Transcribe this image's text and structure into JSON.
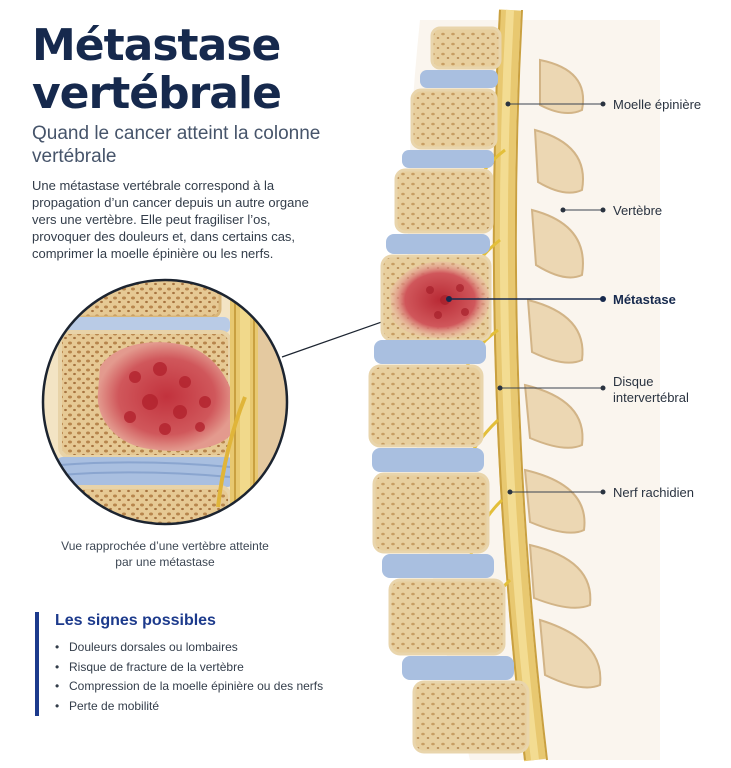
{
  "header": {
    "title": "Métastase vertébrale",
    "subtitle": "Quand le cancer atteint la colonne vertébrale",
    "intro": "Une métastase vertébrale correspond à la propagation d’un cancer depuis un autre organe vers une vertèbre. Elle peut fragiliser l’os, provoquer des douleurs et, dans certains cas, comprimer la moelle épinière ou les nerfs."
  },
  "zoom": {
    "caption": "Vue rapprochée d’une vertèbre atteinte par une métastase"
  },
  "labels": {
    "spinal_cord": "Moelle épinière",
    "vertebra": "Vertèbre",
    "metastasis": "Métastase",
    "disc_line1": "Disque",
    "disc_line2": "intervertébral",
    "nerve": "Nerf rachidien"
  },
  "signs": {
    "heading": "Les signes possibles",
    "items": [
      "Douleurs dorsales ou lombaires",
      "Risque de fracture de la vertèbre",
      "Compression de la moelle épinière ou des nerfs",
      "Perte de mobilité"
    ]
  },
  "colors": {
    "title": "#16294d",
    "accent": "#1c3a8c",
    "bone": "#e8cf9e",
    "disc": "#a9bfe0",
    "nerve": "#e3bf3a",
    "tumor": "#c8404a"
  }
}
